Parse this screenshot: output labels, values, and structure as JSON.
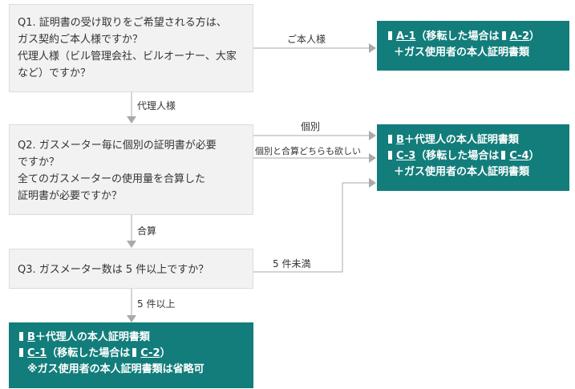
{
  "colors": {
    "result_bg": "#127d7b",
    "question_bg": "#f2f2f2",
    "arrow": "#aaaaaa"
  },
  "q1": {
    "lines": [
      "Q1. 証明書の受け取りをご希望される方は、",
      "ガス契約ご本人様ですか？",
      "代理人様（ビル管理会社、ビルオーナー、大家",
      "など）ですか？"
    ]
  },
  "q2": {
    "lines": [
      "Q2. ガスメーター毎に個別の証明書が必要",
      "ですか？",
      "全てのガスメーターの使用量を合算した",
      "証明書が必要ですか？"
    ]
  },
  "q3": {
    "text": "Q3. ガスメーター数は 5 件以上ですか？"
  },
  "labels": {
    "q1_right": "ご本人様",
    "q1_down": "代理人様",
    "q2_right_top": "個別",
    "q2_right_bottom": "個別と合算どちらも欲しい",
    "q2_down": "合算",
    "q3_right": "5 件未満",
    "q3_down": "5 件以上"
  },
  "result_a": {
    "line1": {
      "link1": "A-1",
      "mid": "（移転した場合は",
      "link2": "A-2",
      "end": "）"
    },
    "line2": "＋ガス使用者の本人証明書類"
  },
  "result_b": {
    "line1": {
      "link": "B",
      "text": "＋代理人の本人証明書類"
    },
    "line2": {
      "link1": "C-3",
      "mid": "（移転した場合は",
      "link2": "C-4",
      "end": "）"
    },
    "line3": "＋ガス使用者の本人証明書類"
  },
  "result_c": {
    "line1": {
      "link": "B",
      "text": "＋代理人の本人証明書類"
    },
    "line2": {
      "link1": "C-1",
      "mid": "（移転した場合は",
      "link2": "C-2",
      "end": "）"
    },
    "line3": "※ガス使用者の本人証明書類は省略可"
  }
}
